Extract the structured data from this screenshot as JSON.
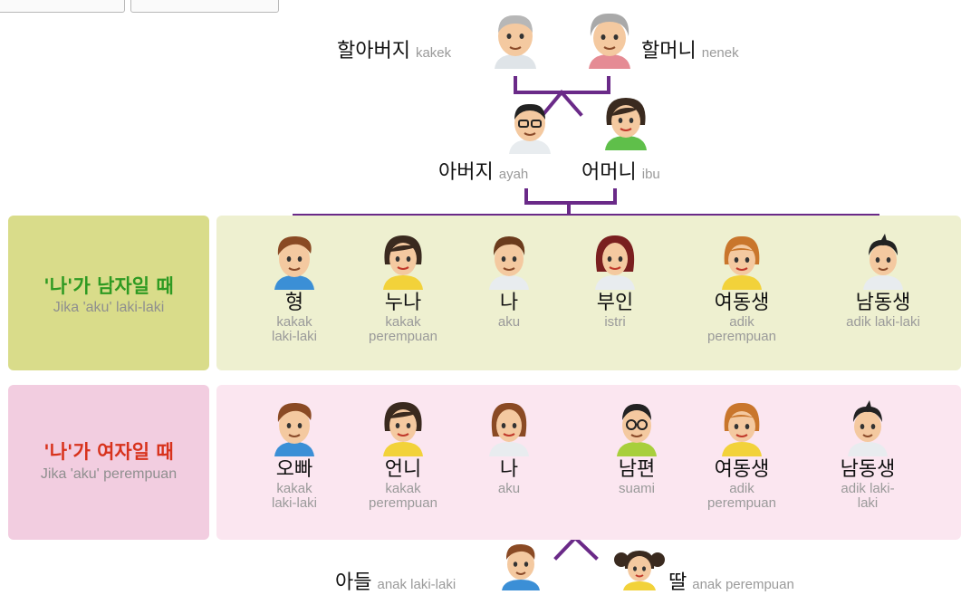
{
  "grandparents": {
    "grandfather": {
      "ko": "할아버지",
      "id": "kakek",
      "icon": "grandfather-face-icon"
    },
    "grandmother": {
      "ko": "할머니",
      "id": "nenek",
      "icon": "grandmother-face-icon"
    }
  },
  "parents": {
    "father": {
      "ko": "아버지",
      "id": "ayah",
      "icon": "father-face-icon"
    },
    "mother": {
      "ko": "어머니",
      "id": "ibu",
      "icon": "mother-face-icon"
    }
  },
  "male_section": {
    "title": "'나'가 남자일 때",
    "subtitle": "Jika 'aku' laki-laki",
    "title_color": "#2e9a22",
    "members": [
      {
        "ko": "형",
        "id1": "kakak",
        "id2": "laki-laki"
      },
      {
        "ko": "누나",
        "id1": "kakak",
        "id2": "perempuan"
      },
      {
        "ko": "나",
        "id1": "aku",
        "id2": ""
      },
      {
        "ko": "부인",
        "id1": "istri",
        "id2": ""
      },
      {
        "ko": "여동생",
        "id1": "adik",
        "id2": "perempuan"
      },
      {
        "ko": "남동생",
        "id1": "adik laki-laki",
        "id2": ""
      }
    ]
  },
  "female_section": {
    "title": "'나'가 여자일 때",
    "subtitle": "Jika 'aku' perempuan",
    "title_color": "#d8321c",
    "members": [
      {
        "ko": "오빠",
        "id1": "kakak",
        "id2": "laki-laki"
      },
      {
        "ko": "언니",
        "id1": "kakak",
        "id2": "perempuan"
      },
      {
        "ko": "나",
        "id1": "aku",
        "id2": ""
      },
      {
        "ko": "남편",
        "id1": "suami",
        "id2": ""
      },
      {
        "ko": "여동생",
        "id1": "adik",
        "id2": "perempuan"
      },
      {
        "ko": "남동생",
        "id1": "adik laki-",
        "id2": "laki"
      }
    ]
  },
  "children": {
    "son": {
      "ko": "아들",
      "id": "anak laki-laki",
      "icon": "son-face-icon"
    },
    "daughter": {
      "ko": "딸",
      "id": "anak perempuan",
      "icon": "daughter-face-icon"
    }
  },
  "colors": {
    "line": "#6a2a88",
    "male_side_bg": "#d9dc8a",
    "male_main_bg": "#eef0d0",
    "female_side_bg": "#f2cde0",
    "female_main_bg": "#fbe6f0",
    "translation_text": "#9a9a9a"
  }
}
